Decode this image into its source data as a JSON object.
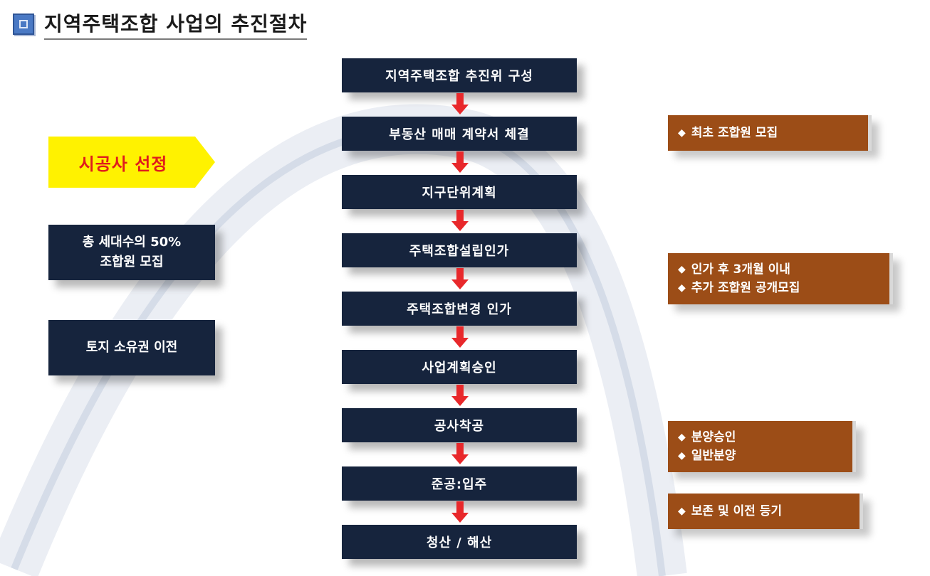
{
  "title": "지역주택조합 사업의 추진절차",
  "steps": [
    "지역주택조합 추진위 구성",
    "부동산 매매 계약서 체결",
    "지구단위계획",
    "주택조합설립인가",
    "주택조합변경 인가",
    "사업계획승인",
    "공사착공",
    "준공:입주",
    "청산 / 해산"
  ],
  "left": {
    "callout": "시공사 선정",
    "box1": [
      "총 세대수의 50%",
      "조합원 모집"
    ],
    "box2": "토지 소유권 이전"
  },
  "right": {
    "bullet": "◆",
    "note1": [
      "최초 조합원 모집"
    ],
    "note2": [
      "인가 후 3개월 이내",
      "추가 조합원 공개모집"
    ],
    "note3": [
      "분양승인",
      "일반분양"
    ],
    "note4": [
      "보존 및 이전 등기"
    ]
  },
  "colors": {
    "step_bg": "#16243d",
    "arrow": "#e8282b",
    "callout_bg": "#fff200",
    "callout_text": "#e01c1c",
    "note_bg": "#9c4d17"
  }
}
